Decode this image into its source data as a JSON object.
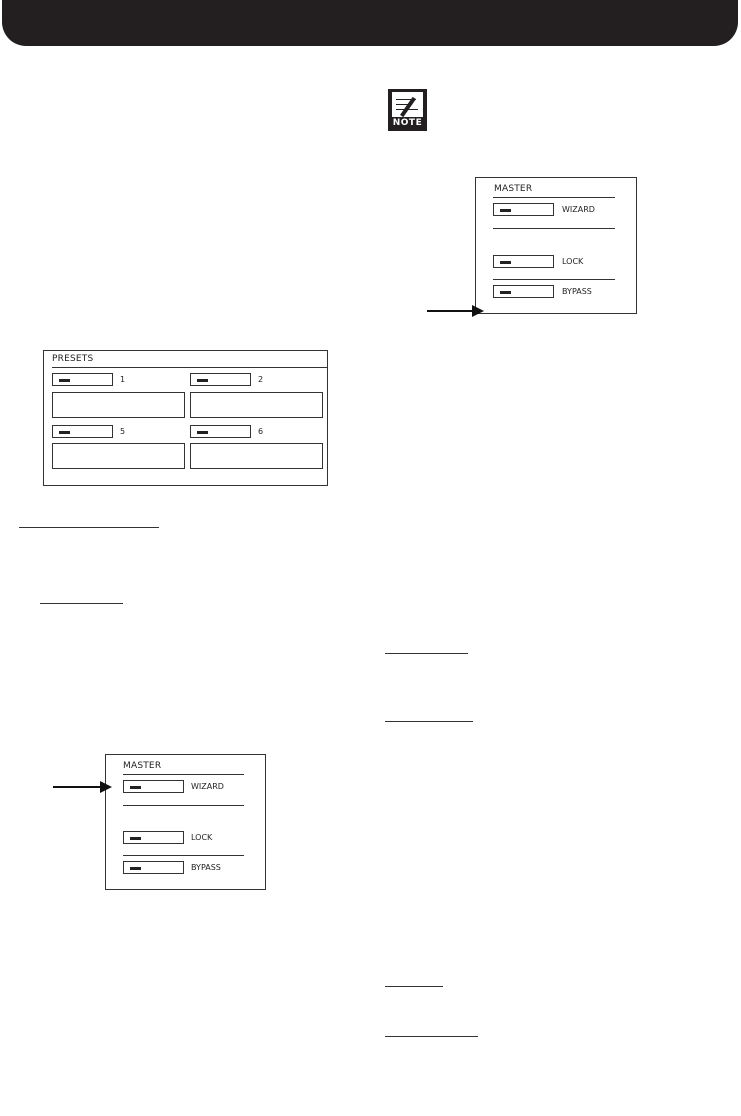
{
  "note_icon": {
    "label": "NOTE"
  },
  "presets_panel": {
    "title": "PRESETS",
    "slots": [
      {
        "label": "1"
      },
      {
        "label": "2"
      },
      {
        "label": "5"
      },
      {
        "label": "6"
      }
    ]
  },
  "master_panel_top": {
    "title": "MASTER",
    "wizard_label": "WIZARD",
    "lock_label": "LOCK",
    "bypass_label": "BYPASS"
  },
  "master_panel_bottom": {
    "title": "MASTER",
    "wizard_label": "WIZARD",
    "lock_label": "LOCK",
    "bypass_label": "BYPASS"
  }
}
